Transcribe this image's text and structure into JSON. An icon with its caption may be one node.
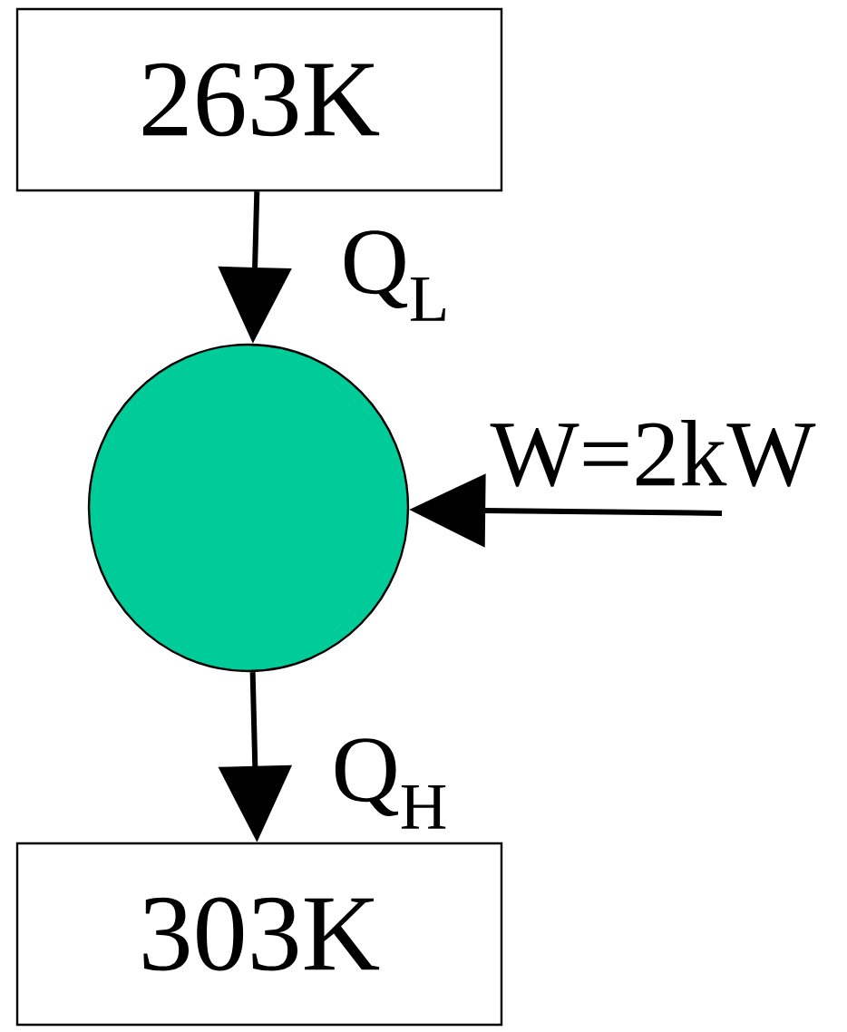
{
  "diagram": {
    "nodes": [
      {
        "text": [
          "263K"
        ]
      },
      {
        "text": [],
        "shape": "circle"
      },
      {
        "text": [
          "303K"
        ]
      }
    ],
    "edges": [
      {
        "from": 0,
        "to": 1,
        "arrow": "to",
        "label": "Q$_{L}$"
      },
      {
        "from": null,
        "to": 1,
        "arrow": "to",
        "label": "W=2kW"
      },
      {
        "from": 1,
        "to": 2,
        "arrow": "to",
        "label": "Q$_{H}$"
      }
    ]
  }
}
